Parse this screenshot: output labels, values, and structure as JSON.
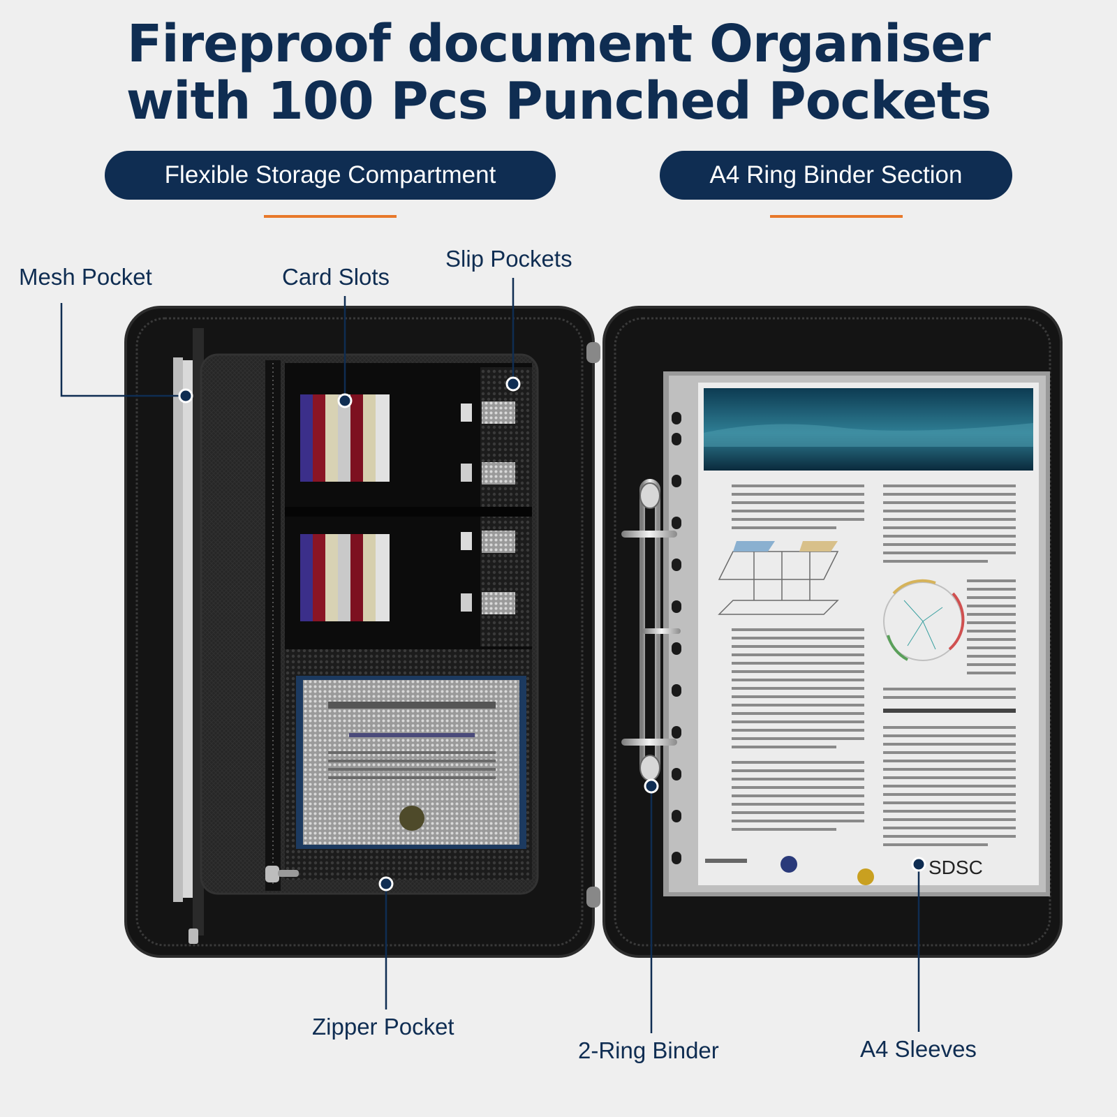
{
  "title": {
    "line1": "Fireproof document Organiser",
    "line2": "with 100 Pcs Punched Pockets"
  },
  "sections": {
    "left": "Flexible Storage Compartment",
    "right": "A4 Ring Binder Section"
  },
  "callouts": {
    "mesh_pocket": "Mesh Pocket",
    "card_slots": "Card Slots",
    "slip_pockets": "Slip Pockets",
    "zipper_pocket": "Zipper Pocket",
    "ring_binder": "2-Ring Binder",
    "a4_sleeves": "A4 Sleeves"
  },
  "colors": {
    "navy": "#0f2d52",
    "orange_accent": "#e8782a",
    "case_black": "#141414"
  }
}
